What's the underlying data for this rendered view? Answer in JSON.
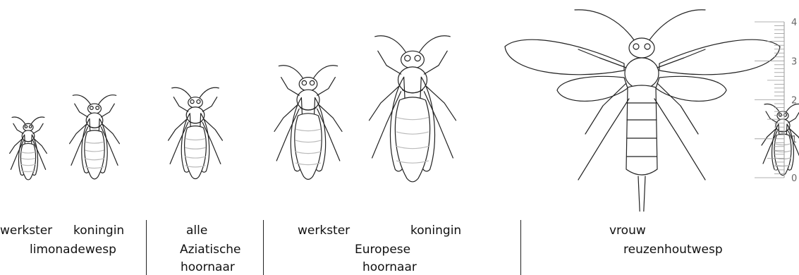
{
  "groups": [
    {
      "id": "limonadewesp",
      "roles": [
        "werkster",
        "koningin"
      ],
      "name_lines": [
        "limonadewesp"
      ]
    },
    {
      "id": "aziatische-hoornaar",
      "roles": [
        "alle"
      ],
      "name_lines": [
        "Aziatische",
        "hoornaar"
      ]
    },
    {
      "id": "europese-hoornaar",
      "roles": [
        "werkster",
        "koningin"
      ],
      "name_lines": [
        "Europese",
        "hoornaar"
      ]
    },
    {
      "id": "reuzenhoutwesp",
      "roles": [
        "vrouw"
      ],
      "name_lines": [
        "reuzenhoutwesp"
      ]
    }
  ],
  "ruler": {
    "ticks": [
      "0",
      "1",
      "2",
      "3",
      "4"
    ]
  },
  "colors": {
    "line": "#222222",
    "ruler": "#999999",
    "ruler_text": "#666666"
  }
}
